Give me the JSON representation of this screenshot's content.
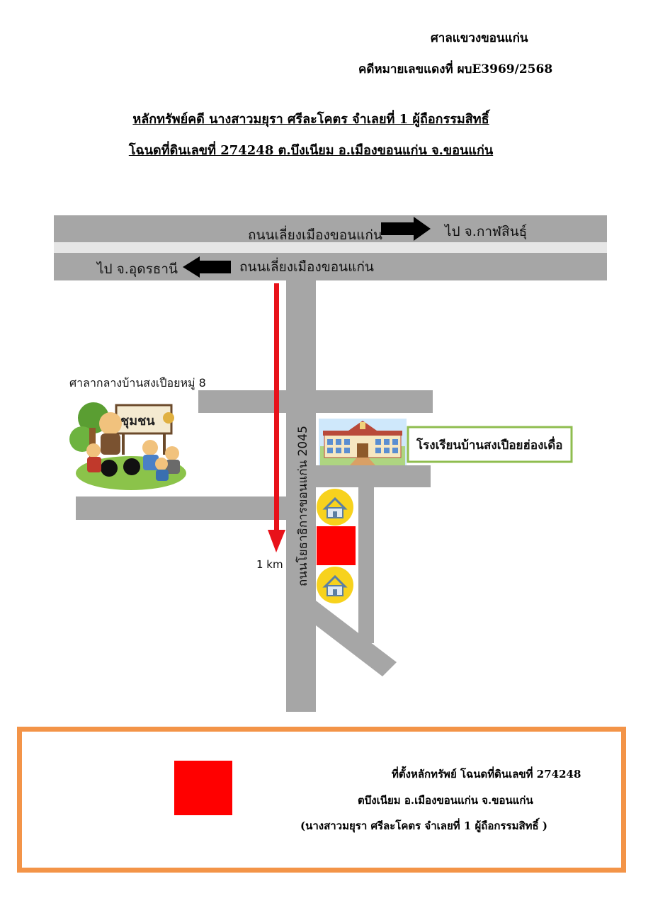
{
  "header": {
    "court": "ศาลแขวงขอนแก่น",
    "case_no": "คดีหมายเลขแดงที่ ผบE3969/2568"
  },
  "title": {
    "line1": "หลักทรัพย์คดี นางสาวมยุรา  ศรีละโคตร จำเลยที่ 1 ผู้ถือกรรมสิทธิ์",
    "line2": "โฉนดที่ดินเลขที่ 274248  ต.บึงเนียม อ.เมืองขอนแก่น จ.ขอนแก่น"
  },
  "map": {
    "road_top_label": "ถนนเลี่ยงเมืองขอนแก่น",
    "to_kalasin": "ไป  จ.กาฬสินธุ์",
    "road_bottom_label": "ถนนเลี่ยงเมืองขอนแก่น",
    "to_udon": "ไป  จ.อุดรธานี",
    "main_road_label": "ถนนโยธาธิการขอนแก่น 2045",
    "hall_label": "ศาลากลางบ้านสงเปือยหมู่ 8",
    "hall_sign": "ชุมชน",
    "school_label": "โรงเรียนบ้านสงเปือยฮ่องเดื่อ",
    "distance_label": "1 km",
    "colors": {
      "road": "#a6a6a6",
      "route_arrow": "#e8121a",
      "property": "#ff0000",
      "house_marker": "#f7d21d",
      "school_border": "#8fbd4f",
      "legend_border": "#f39448"
    }
  },
  "legend": {
    "line1": "ที่ตั้งหลักทรัพย์ โฉนดที่ดินเลขที่ 274248",
    "line2": "ตบึงเนียม อ.เมืองขอนแก่น จ.ขอนแก่น",
    "line3": "(นางสาวมยุรา  ศรีละโคตร จำเลยที่ 1  ผู้ถือกรรมสิทธิ์ )"
  }
}
